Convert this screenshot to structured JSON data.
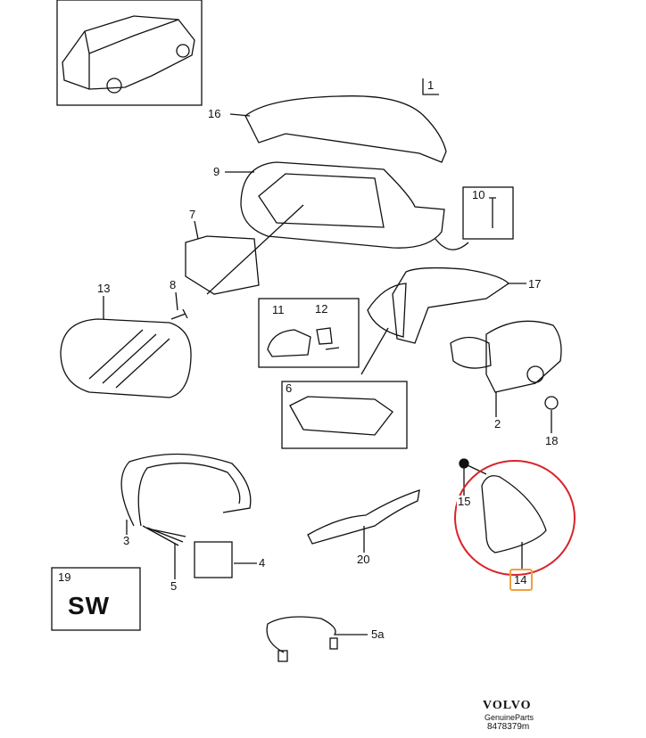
{
  "callouts": {
    "c1": "1",
    "c16": "16",
    "c9": "9",
    "c10": "10",
    "c7": "7",
    "c17": "17",
    "c13": "13",
    "c8": "8",
    "c11": "11",
    "c12": "12",
    "c6": "6",
    "c2": "2",
    "c18": "18",
    "c15": "15",
    "c3": "3",
    "c4": "4",
    "c5": "5",
    "c20": "20",
    "c19": "19",
    "c14": "14",
    "c5a": "5a"
  },
  "variant_code": "SW",
  "brand": {
    "name": "VOLVO",
    "tagline": "GenuineParts",
    "drawing_number": "8478379m"
  },
  "colors": {
    "highlight_circle": "#d9242b",
    "highlight_box": "#f0a040",
    "line": "#111111"
  }
}
